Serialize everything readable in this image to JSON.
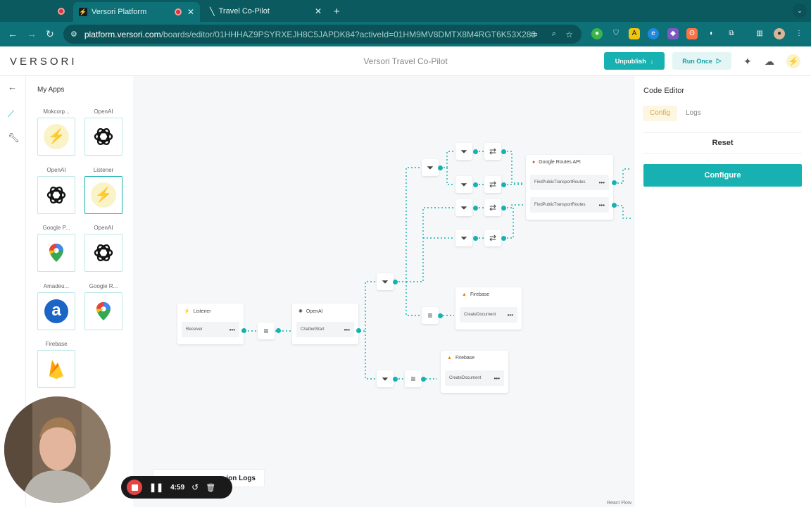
{
  "browser": {
    "tabs": [
      {
        "label": "",
        "icon": "record-icon"
      },
      {
        "label": "Versori Platform",
        "icon": "versori-icon"
      },
      {
        "label": "Travel Co-Pilot",
        "icon": "versori-v-icon"
      }
    ],
    "url_host": "platform.versori.com",
    "url_path": "/boards/editor/01HHHAZ9PSYRXEJH8C5JAPDK84?activeId=01HM9MV8DMTX8M4RGT6K53X283"
  },
  "header": {
    "logo": "VERSORI",
    "title": "Versori Travel Co-Pilot",
    "unpublish": "Unpublish",
    "run_once": "Run Once"
  },
  "apps_panel": {
    "title": "My Apps",
    "items": [
      {
        "label": "Mokcorp...",
        "icon": "lightning-icon"
      },
      {
        "label": "OpenAI",
        "icon": "openai-icon"
      },
      {
        "label": "OpenAI",
        "icon": "openai-icon"
      },
      {
        "label": "Listener",
        "icon": "lightning-icon"
      },
      {
        "label": "Google P...",
        "icon": "google-maps-icon"
      },
      {
        "label": "OpenAI",
        "icon": "openai-icon"
      },
      {
        "label": "Amadeu...",
        "icon": "amadeus-icon"
      },
      {
        "label": "Google R...",
        "icon": "google-maps-icon"
      },
      {
        "label": "Firebase",
        "icon": "firebase-icon"
      }
    ]
  },
  "canvas": {
    "nodes": {
      "listener": {
        "title": "Listener",
        "op": "Receiver"
      },
      "openai": {
        "title": "OpenAI",
        "op": "ChatbotStart"
      },
      "routes": {
        "title": "Google Routes API",
        "op1": "FindPublicTransportRoutes",
        "op2": "FindPublicTransportRoutes"
      },
      "firebase1": {
        "title": "Firebase",
        "op": "CreateDocument"
      },
      "firebase2": {
        "title": "Firebase",
        "op": "CreateDocument"
      }
    },
    "exec_logs": "ion Logs",
    "attribution": "React Flow"
  },
  "right_panel": {
    "title": "Code Editor",
    "tab_config": "Config",
    "tab_logs": "Logs",
    "reset": "Reset",
    "configure": "Configure"
  },
  "recorder": {
    "time": "4:59"
  },
  "colors": {
    "accent": "#16b1b0",
    "chrome": "#0e7177",
    "warning": "#e0a832"
  }
}
